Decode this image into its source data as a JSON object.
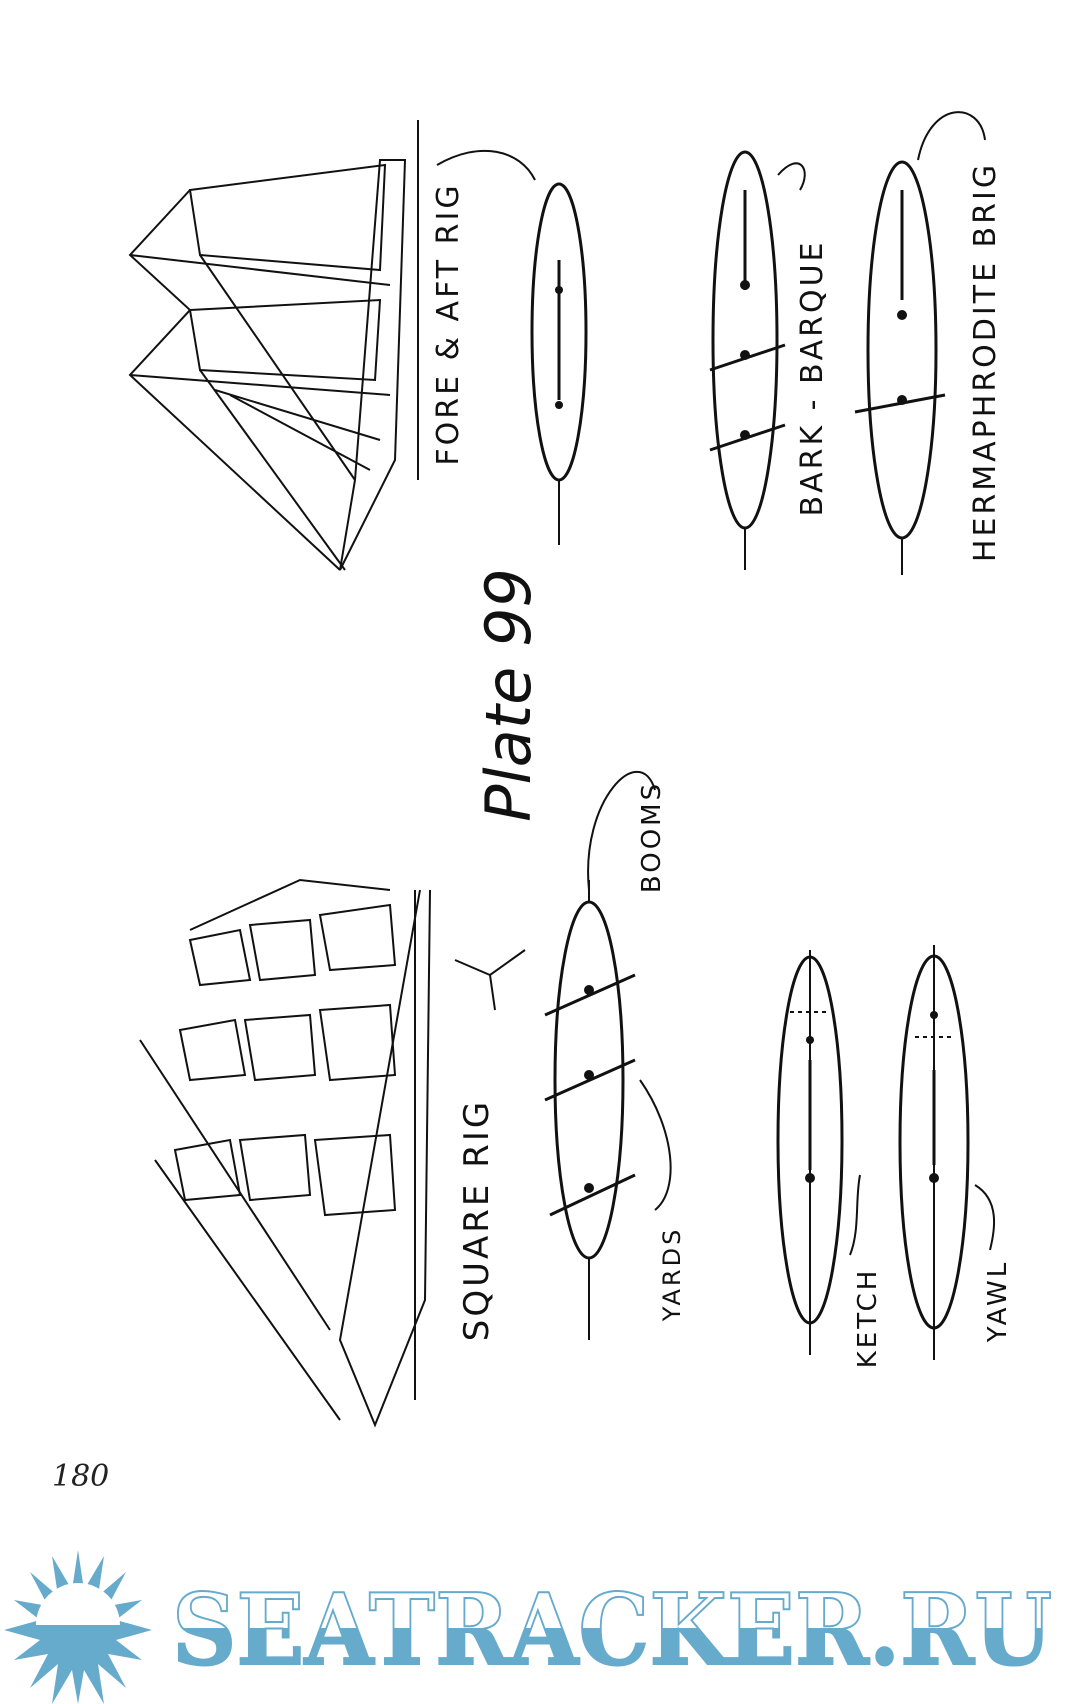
{
  "page": {
    "title": "Plate 99",
    "page_number": "180",
    "labels": {
      "fore_aft": "FORE & AFT RIG",
      "bark": "BARK - BARQUE",
      "hermaphrodite": "HERMAPHRODITE BRIG",
      "square": "SQUARE RIG",
      "yards": "YARDS",
      "booms": "BOOMS",
      "ketch": "KETCH",
      "yawl": "YAWL"
    }
  },
  "watermark": {
    "text": "SEATRACKER.RU",
    "color": "#66aacc"
  }
}
